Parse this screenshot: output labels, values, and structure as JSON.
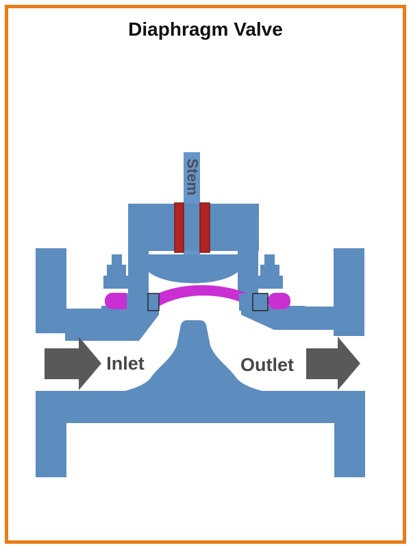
{
  "page": {
    "title": "Diaphragm Valve",
    "background": "#ffffff",
    "border_color": "#e87d1a",
    "title_color": "#111111"
  },
  "valve": {
    "labels": {
      "stem": "Stem",
      "inlet": "Inlet",
      "outlet": "Outlet"
    },
    "colors": {
      "body_blue": "#5d8cbf",
      "stem_blue": "#6795c9",
      "diaphragm_magenta": "#c92fd2",
      "packing_red": "#b22421",
      "packing_outline": "#7c1a16",
      "clamp_outline": "#26262a",
      "flow_arrow_gray": "#58595b",
      "flow_label_gray": "#454748",
      "stem_label_gray": "#474f58"
    }
  }
}
